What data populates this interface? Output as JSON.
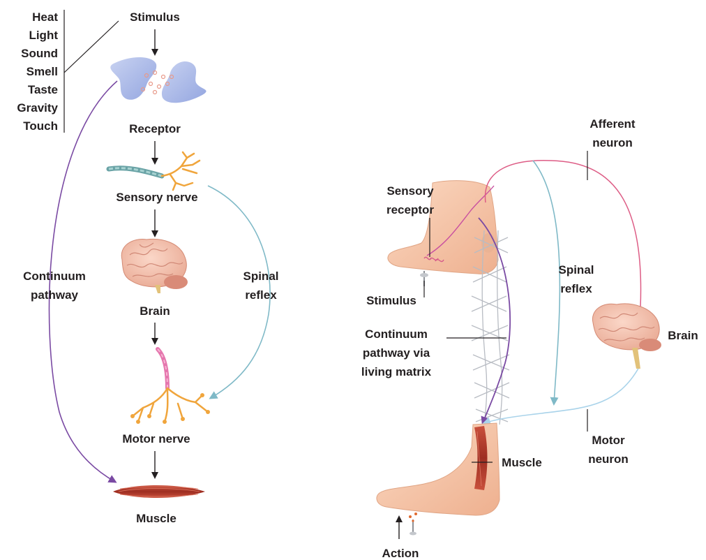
{
  "left_panel": {
    "stimuli": [
      "Heat",
      "Light",
      "Sound",
      "Smell",
      "Taste",
      "Gravity",
      "Touch"
    ],
    "stimulus": "Stimulus",
    "receptor": "Receptor",
    "sensory_nerve": "Sensory nerve",
    "brain": "Brain",
    "motor_nerve": "Motor nerve",
    "muscle": "Muscle",
    "continuum": [
      "Continuum",
      "pathway"
    ],
    "spinal_reflex": [
      "Spinal",
      "reflex"
    ]
  },
  "right_panel": {
    "afferent": [
      "Afferent",
      "neuron"
    ],
    "sensory_receptor": [
      "Sensory",
      "receptor"
    ],
    "stimulus": "Stimulus",
    "spinal_reflex": [
      "Spinal",
      "reflex"
    ],
    "brain": "Brain",
    "continuum": [
      "Continuum",
      "pathway via",
      "living matrix"
    ],
    "motor_neuron": [
      "Motor",
      "neuron"
    ],
    "muscle": "Muscle",
    "action": "Action"
  },
  "colors": {
    "continuum_pathway": "#7a4aa3",
    "spinal_reflex": "#7fb9c7",
    "afferent_neuron": "#dd5c85",
    "motor_neuron": "#a9d3ea",
    "receptor": "#a9b7e6",
    "motor_nerve": "#f0a53c",
    "muscle": "#b23a2a",
    "skin": "#f5c5a6",
    "matrix": "#b8bcc3"
  }
}
